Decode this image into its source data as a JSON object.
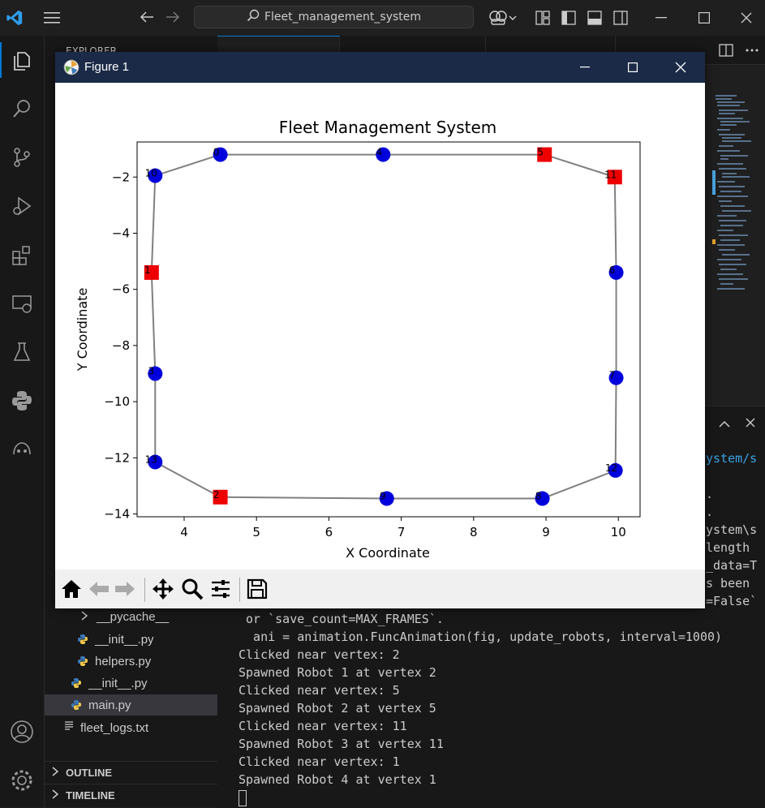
{
  "titlebar": {
    "search_text": "Fleet_management_system"
  },
  "sidebar": {
    "explorer_label": "EXPLORER",
    "files": [
      {
        "name": "__pycache__",
        "kind": "folder"
      },
      {
        "name": "__init__.py",
        "kind": "py"
      },
      {
        "name": "helpers.py",
        "kind": "py"
      },
      {
        "name": "__init__.py",
        "kind": "py"
      },
      {
        "name": "main.py",
        "kind": "py"
      },
      {
        "name": "fleet_logs.txt",
        "kind": "txt"
      }
    ],
    "outline_label": "OUTLINE",
    "timeline_label": "TIMELINE"
  },
  "figure": {
    "window_title": "Figure 1"
  },
  "chart_data": {
    "type": "scatter",
    "title": "Fleet Management System",
    "xlabel": "X Coordinate",
    "ylabel": "Y Coordinate",
    "xlim": [
      3.35,
      10.3
    ],
    "ylim": [
      -14.1,
      -0.75
    ],
    "xticks": [
      4,
      5,
      6,
      7,
      8,
      9,
      10
    ],
    "yticks": [
      -2,
      -4,
      -6,
      -8,
      -10,
      -12,
      -14
    ],
    "grid": false,
    "vertices": [
      {
        "id": "0",
        "x": 4.5,
        "y": -1.2,
        "marker": "circle",
        "color": "#0000dd"
      },
      {
        "id": "4",
        "x": 6.75,
        "y": -1.2,
        "marker": "circle",
        "color": "#0000dd"
      },
      {
        "id": "5",
        "x": 8.98,
        "y": -1.2,
        "marker": "square",
        "color": "#ee0000"
      },
      {
        "id": "11",
        "x": 9.95,
        "y": -2.0,
        "marker": "square",
        "color": "#ee0000"
      },
      {
        "id": "6",
        "x": 9.97,
        "y": -5.4,
        "marker": "circle",
        "color": "#0000dd"
      },
      {
        "id": "7",
        "x": 9.97,
        "y": -9.15,
        "marker": "circle",
        "color": "#0000dd"
      },
      {
        "id": "12",
        "x": 9.96,
        "y": -12.45,
        "marker": "circle",
        "color": "#0000dd"
      },
      {
        "id": "8",
        "x": 8.95,
        "y": -13.45,
        "marker": "circle",
        "color": "#0000dd"
      },
      {
        "id": "9",
        "x": 6.8,
        "y": -13.45,
        "marker": "circle",
        "color": "#0000dd"
      },
      {
        "id": "2",
        "x": 4.5,
        "y": -13.4,
        "marker": "square",
        "color": "#ee0000"
      },
      {
        "id": "13",
        "x": 3.6,
        "y": -12.15,
        "marker": "circle",
        "color": "#0000dd"
      },
      {
        "id": "3",
        "x": 3.6,
        "y": -9.0,
        "marker": "circle",
        "color": "#0000dd"
      },
      {
        "id": "1",
        "x": 3.55,
        "y": -5.4,
        "marker": "square",
        "color": "#ee0000"
      },
      {
        "id": "10",
        "x": 3.6,
        "y": -1.95,
        "marker": "circle",
        "color": "#0000dd"
      }
    ],
    "edge_color": "#808080"
  },
  "terminal": {
    "right_fragments": [
      "ystem/s",
      ".",
      ".",
      "ystem\\s",
      "length",
      "_data=T",
      "s been",
      "=False`"
    ],
    "lines": [
      " or `save_count=MAX_FRAMES`.",
      "  ani = animation.FuncAnimation(fig, update_robots, interval=1000)",
      "Clicked near vertex: 2",
      "Spawned Robot 1 at vertex 2",
      "Clicked near vertex: 5",
      "Spawned Robot 2 at vertex 5",
      "Clicked near vertex: 11",
      "Spawned Robot 3 at vertex 11",
      "Clicked near vertex: 1",
      "Spawned Robot 4 at vertex 1"
    ]
  },
  "colors": {
    "accent": "#0078d4",
    "figure_titlebar": "#1b2a47",
    "robot": "#ee0000",
    "vertex": "#0000dd"
  }
}
